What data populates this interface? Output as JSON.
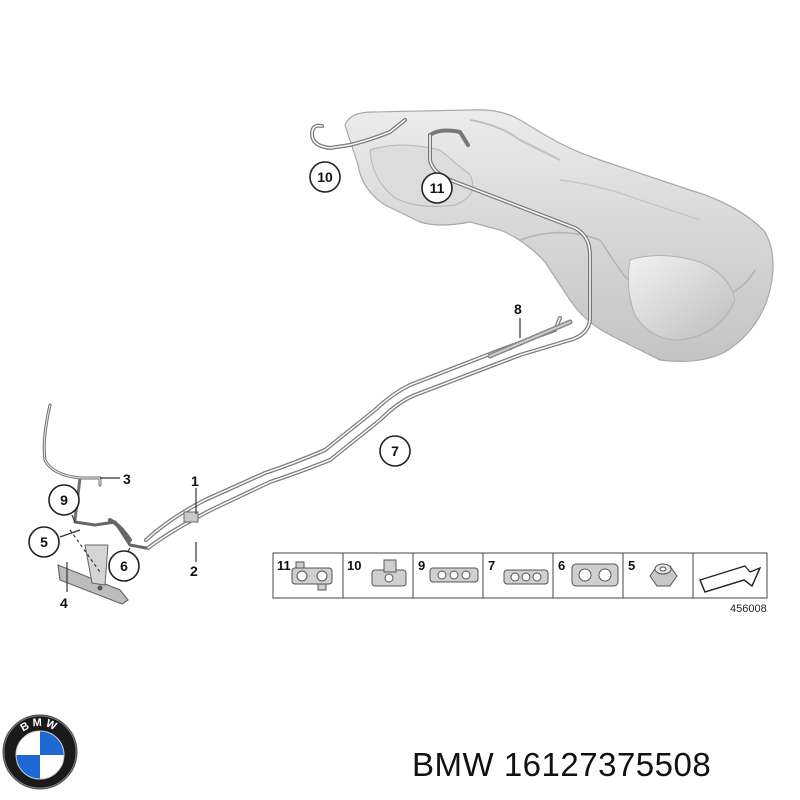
{
  "diagram": {
    "callouts_circled": [
      {
        "id": "c10",
        "label": "10"
      },
      {
        "id": "c11",
        "label": "11"
      },
      {
        "id": "c7",
        "label": "7"
      },
      {
        "id": "c9",
        "label": "9"
      },
      {
        "id": "c5",
        "label": "5"
      },
      {
        "id": "c6",
        "label": "6"
      }
    ],
    "callouts_plain": [
      {
        "id": "p8",
        "label": "8"
      },
      {
        "id": "p3",
        "label": "3"
      },
      {
        "id": "p1",
        "label": "1"
      },
      {
        "id": "p2",
        "label": "2"
      },
      {
        "id": "p4",
        "label": "4"
      }
    ],
    "legend": [
      {
        "label": "11",
        "icon": "clip-double-icon"
      },
      {
        "label": "10",
        "icon": "clip-single-icon"
      },
      {
        "label": "9",
        "icon": "clip-triple-icon"
      },
      {
        "label": "7",
        "icon": "clip-triple-small-icon"
      },
      {
        "label": "6",
        "icon": "clip-double-large-icon"
      },
      {
        "label": "5",
        "icon": "nut-icon"
      },
      {
        "label": "",
        "icon": "forward-arrow-icon"
      }
    ],
    "diagram_number": "456008"
  },
  "brand": {
    "logo_letters": "BMW",
    "colors": {
      "blue": "#1c69d4",
      "ring": "#1a1a1a",
      "white": "#ffffff"
    }
  },
  "caption": {
    "brand": "BMW",
    "part_number": "16127375508"
  }
}
